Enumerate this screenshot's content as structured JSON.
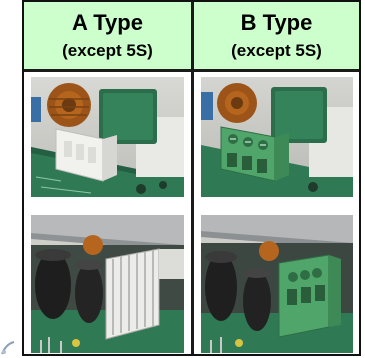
{
  "table": {
    "headers": [
      {
        "title": "A Type",
        "subtitle": "(except 5S)"
      },
      {
        "title": "B Type",
        "subtitle": "(except 5S)"
      }
    ]
  },
  "photos": {
    "a_top": {
      "subject": "pcb-white-connector-photo"
    },
    "b_top": {
      "subject": "pcb-green-terminal-block-photo"
    },
    "a_bottom": {
      "subject": "pcb-white-connector-heatsink-photo"
    },
    "b_bottom": {
      "subject": "pcb-green-terminal-block-heatsink-photo"
    }
  },
  "colors": {
    "header_bg": "#ccffcc",
    "border": "#111111",
    "pcb_green": "#2f7a55",
    "terminal_green": "#4fa56a",
    "relay_green": "#2c6e4c",
    "connector_white": "#f1f1ee",
    "copper": "#b5651d"
  }
}
